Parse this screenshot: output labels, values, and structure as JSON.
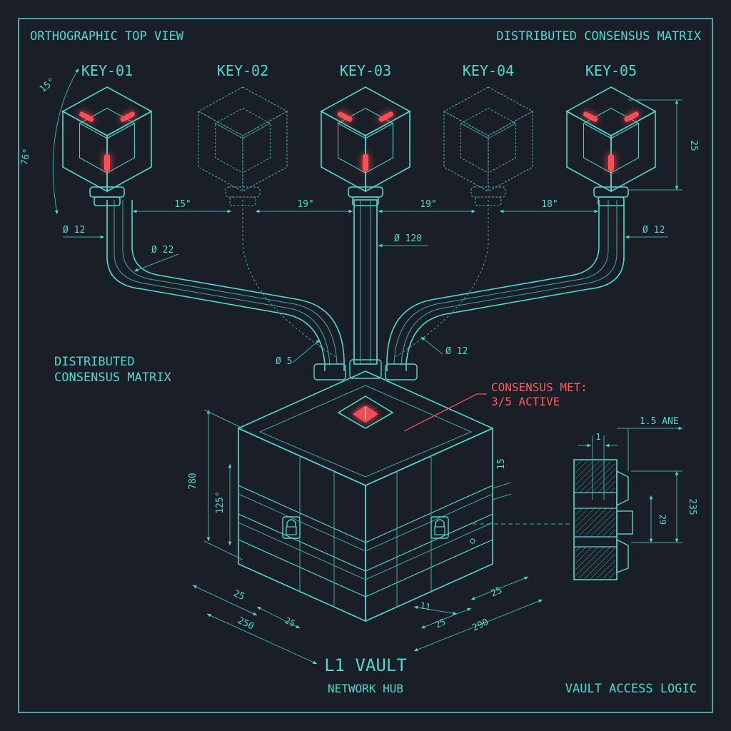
{
  "header": {
    "left": "ORTHOGRAPHIC TOP VIEW",
    "right": "DISTRIBUTED CONSENSUS MATRIX"
  },
  "keys": [
    {
      "label": "KEY-01",
      "active": true
    },
    {
      "label": "KEY-02",
      "active": false
    },
    {
      "label": "KEY-03",
      "active": true
    },
    {
      "label": "KEY-04",
      "active": false
    },
    {
      "label": "KEY-05",
      "active": true
    }
  ],
  "side_label": {
    "line1": "DISTRIBUTED",
    "line2": "CONSENSUS MATRIX"
  },
  "status": {
    "line1": "CONSENSUS MET:",
    "line2": "3/5 ACTIVE"
  },
  "vault": {
    "title": "L1 VAULT",
    "subtitle": "NETWORK HUB"
  },
  "footer_right": "VAULT ACCESS LOGIC",
  "dims": {
    "angle_top": "15°",
    "angle_side": "76°",
    "spacing_1": "15\"",
    "spacing_2": "19\"",
    "spacing_3": "19\"",
    "spacing_4": "18\"",
    "key_height": "25",
    "dia_left": "Ø 12",
    "dia_bend": "Ø 22",
    "dia_center": "Ø 120",
    "dia_right": "Ø 12",
    "dia_small": "Ø 5",
    "dia_right_low": "Ø 12",
    "vault_h_outer": "780",
    "vault_h_inner": "125°",
    "vault_top": "15",
    "base_l1": "25",
    "base_l2": "25",
    "base_l3": "250",
    "base_r1": "25",
    "base_r2": "11",
    "base_r3": "25",
    "base_r4": "290",
    "section_top": "1.5 ANE",
    "section_small": "1",
    "section_h": "235",
    "section_mid": "29"
  },
  "colors": {
    "background": "#1a1f27",
    "line": "#4fd8cf",
    "accent": "#ff4d57"
  }
}
